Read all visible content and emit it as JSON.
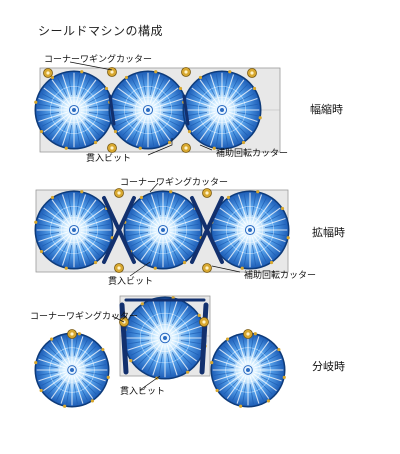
{
  "title": "シールドマシンの構成",
  "states": {
    "contracted": "幅縮時",
    "expanded": "拡幅時",
    "branching": "分岐時"
  },
  "labels": {
    "corner_cutter": "コーナーワギングカッター",
    "boring_bit": "貫入ビット",
    "aux_cutter": "補助回転カッター"
  },
  "colors": {
    "wheel_blue": "#2f7fd6",
    "wheel_light": "#c9e6ff",
    "frame_navy": "#12306e",
    "accent_gold": "#d8a830",
    "casing_gray": "#cfcfcf"
  }
}
